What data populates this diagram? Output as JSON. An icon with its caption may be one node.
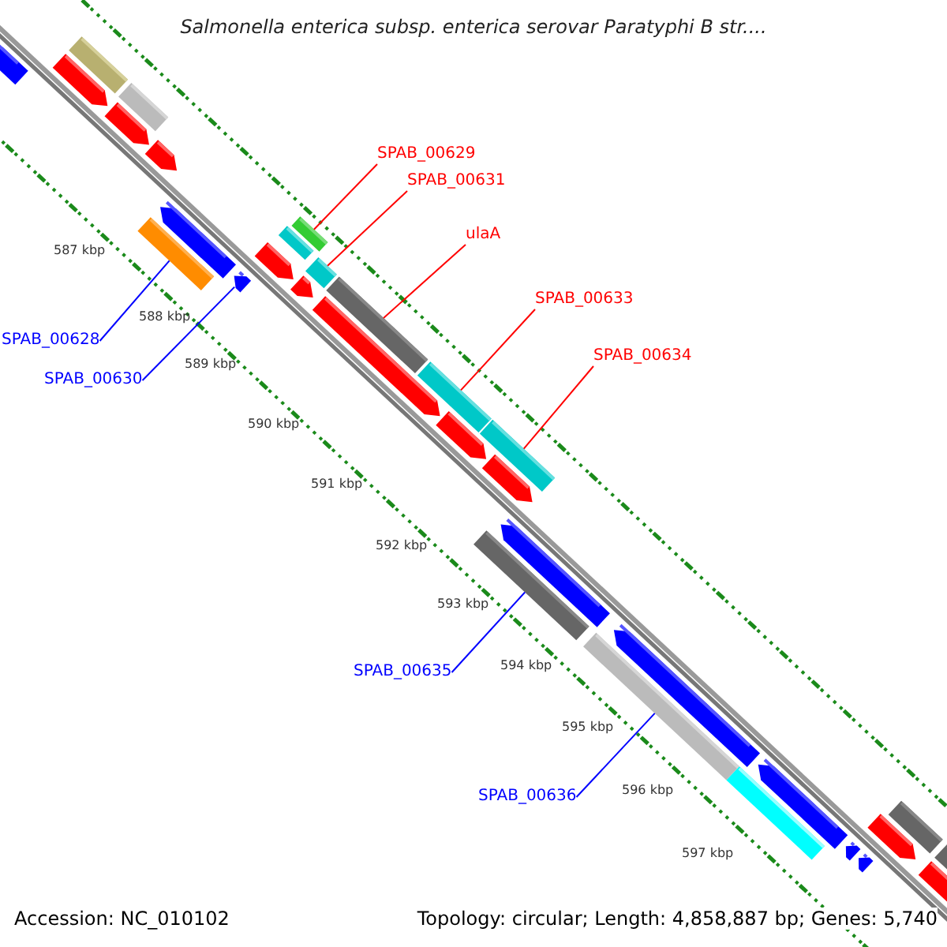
{
  "diagram": {
    "title": "Salmonella enterica subsp. enterica serovar Paratyphi B str....",
    "nodes": [
      {
        "text": [
          "SPAB_00629"
        ]
      },
      {
        "text": [
          "SPAB_00631"
        ]
      },
      {
        "text": [
          "ulaA"
        ]
      },
      {
        "text": [
          "SPAB_00633"
        ]
      },
      {
        "text": [
          "SPAB_00634"
        ]
      },
      {
        "text": [
          "SPAB_00628"
        ]
      },
      {
        "text": [
          "SPAB_00630"
        ]
      },
      {
        "text": [
          "SPAB_00635"
        ]
      },
      {
        "text": [
          "SPAB_00636"
        ]
      },
      {
        "text": [],
        "shape": "bar"
      },
      {
        "text": [],
        "shape": "bar"
      },
      {
        "text": [],
        "shape": "bar"
      },
      {
        "text": [],
        "shape": "bar"
      },
      {
        "text": [],
        "shape": "bar"
      },
      {
        "text": [],
        "shape": "bar"
      },
      {
        "text": [],
        "shape": "bar"
      },
      {
        "text": [],
        "shape": "bar"
      },
      {
        "text": [],
        "shape": "bar"
      }
    ],
    "edges": [
      {
        "from": 0,
        "to": 9,
        "arrow": "none"
      },
      {
        "from": 1,
        "to": 10,
        "arrow": "none"
      },
      {
        "from": 2,
        "to": 11,
        "arrow": "none"
      },
      {
        "from": 3,
        "to": 12,
        "arrow": "none"
      },
      {
        "from": 4,
        "to": 13,
        "arrow": "none"
      },
      {
        "from": 5,
        "to": 14,
        "arrow": "none",
        "color": "#0000ff"
      },
      {
        "from": 6,
        "to": 15,
        "arrow": "none",
        "color": "#0000ff"
      },
      {
        "from": 7,
        "to": 16,
        "arrow": "none",
        "color": "#0000ff"
      },
      {
        "from": 8,
        "to": 17,
        "arrow": "none",
        "color": "#0000ff"
      }
    ],
    "labels": [
      "587 kbp",
      "588 kbp",
      "589 kbp",
      "590 kbp",
      "591 kbp",
      "592 kbp",
      "593 kbp",
      "594 kbp",
      "595 kbp",
      "596 kbp",
      "597 kbp",
      "Accession: NC_010102",
      "Topology: circular; Length: 4,858,887 bp; Genes: 5,740"
    ]
  }
}
